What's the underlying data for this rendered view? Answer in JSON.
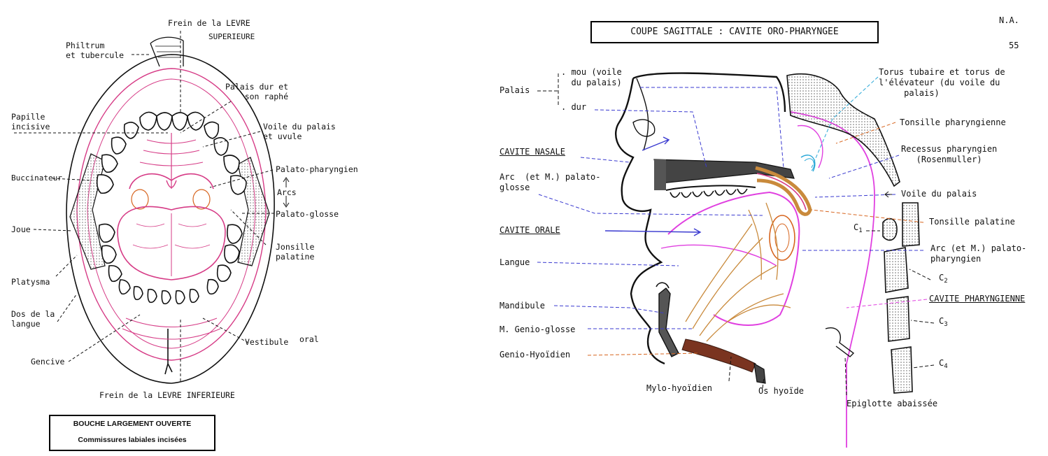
{
  "left": {
    "labels": {
      "frein_sup_1": "Frein de la LEVRE",
      "frein_sup_2": "SUPERIEURE",
      "philtrum": "Philtrum\net tubercule",
      "palais_dur": "Palais dur et\nson raphé",
      "papille": "Papille\nincisive",
      "voile": "Voile du palais\net uvule",
      "buccinateur": "Buccinateur",
      "palato_pharyngien": "Palato-pharyngien",
      "arcs": "Arcs",
      "palato_glosse": "Palato-glosse",
      "joue": "Joue",
      "tonsille": "Jonsille\npalatine",
      "platysma": "Platysma",
      "dos_langue": "Dos de la\nlangue",
      "vestibule": "Vestibule",
      "oral": "oral",
      "gencive": "Gencive",
      "frein_inf": "Frein de la LEVRE INFERIEURE"
    },
    "caption": {
      "line1": "BOUCHE LARGEMENT OUVERTE",
      "line2": "Commissures labiales incisées"
    }
  },
  "right": {
    "title": "COUPE SAGITTALE : CAVITE ORO-PHARYNGEE",
    "corner": {
      "na": "N.A.",
      "page": "55"
    },
    "labels": {
      "palais": "Palais",
      "mou": ". mou (voile\n  du palais)",
      "dur": ". dur",
      "cavite_nasale": "CAVITE NASALE",
      "arc_palatoglosse": "Arc  (et M.) palato-\nglosse",
      "cavite_orale": "CAVITE  ORALE",
      "langue": "Langue",
      "mandibule": "Mandibule",
      "genio_glosse": "M. Genio-glosse",
      "genio_hyoidien": "Genio-Hyoïdien",
      "mylo_hyoidien": "Mylo-hyoïdien",
      "os_hyoide": "Os hyoïde",
      "epiglotte": "Epiglotte abaissée",
      "torus": "Torus tubaire et torus de\nl'élévateur (du voile du\n     palais)",
      "tonsille_pharyngienne": "Tonsille pharyngienne",
      "recessus": "Recessus pharyngien\n   (Rosenmuller)",
      "voile_du_palais": "Voile du palais",
      "tonsille_palatine": "Tonsille  palatine",
      "c1": "C",
      "c1_sub": "1",
      "arc_palatopharyngien": "Arc (et M.) palato-\npharyngien",
      "c2": "C",
      "c2_sub": "2",
      "cavite_pharyngienne": "CAVITE PHARYNGIENNE",
      "c3": "C",
      "c3_sub": "3",
      "c4": "C",
      "c4_sub": "4"
    }
  },
  "colors": {
    "ink": "#111111",
    "pink": "#d63b86",
    "magenta": "#e040e0",
    "blue": "#3a3ad0",
    "orange": "#d7651f",
    "brown": "#7a3420",
    "tan": "#c98a3c",
    "cyan": "#2aa8d8",
    "stipple": "#b8b8b8"
  }
}
